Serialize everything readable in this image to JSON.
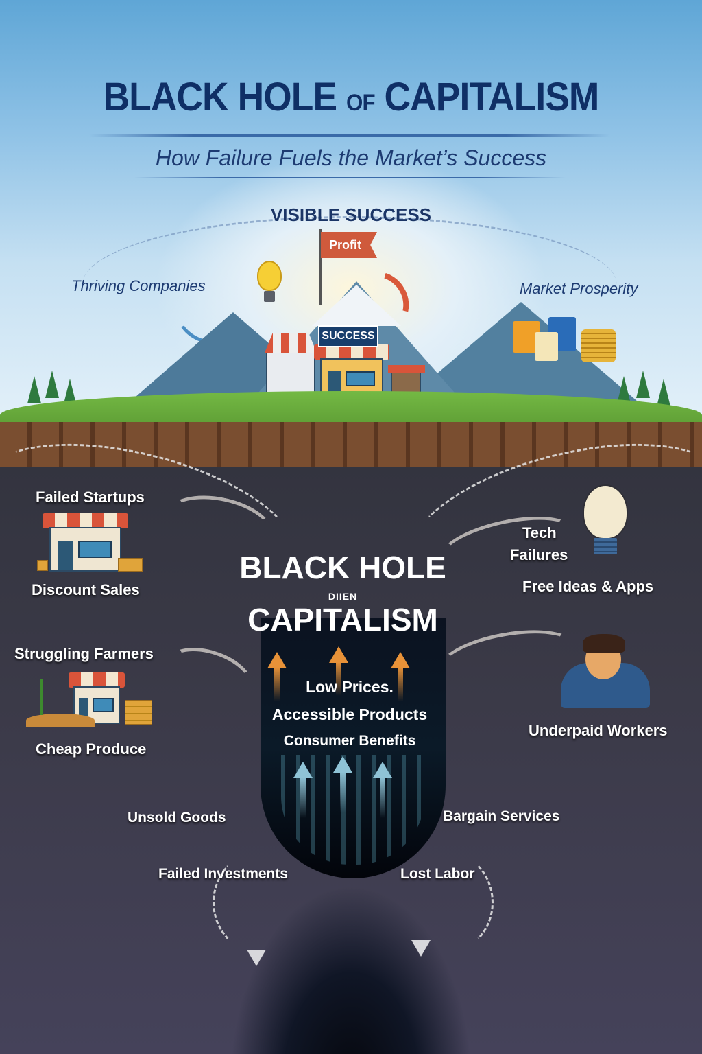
{
  "header": {
    "title_part1": "BLACK HOLE",
    "title_connector": "OF",
    "title_part2": "CAPITALISM",
    "subtitle": "How Failure Fuels the Market’s Success"
  },
  "surface": {
    "section_label": "VISIBLE SUCCESS",
    "flag_label": "Profit",
    "store_sign": "SUCCESS",
    "left_label": "Thriving Companies",
    "right_label": "Market Prosperity",
    "icons": [
      "lightbulb-icon",
      "flag-icon",
      "mountain-icon",
      "storefront-icon",
      "shopping-bags-icon",
      "coins-icon",
      "growth-arrow-icon"
    ]
  },
  "black_hole": {
    "title_line1": "BLACK HOLE",
    "title_connector": "DIIEN",
    "title_line2": "CAPITALISM",
    "benefits": [
      "Low Prices.",
      "Accessible Products",
      "Consumer Benefits"
    ]
  },
  "underground": {
    "left": [
      {
        "label": "Failed Startups",
        "icon": "closed-shop-icon"
      },
      {
        "label": "Discount Sales"
      },
      {
        "label": "Struggling Farmers",
        "icon": "farm-shop-icon"
      },
      {
        "label": "Cheap Produce"
      }
    ],
    "right": [
      {
        "label_line1": "Tech",
        "label_line2": "Failures",
        "icon": "broken-lightbulb-icon"
      },
      {
        "label": "Free Ideas & Apps"
      },
      {
        "label": "Underpaid Workers",
        "icon": "worker-icon"
      }
    ],
    "bottom": {
      "unsold_goods": "Unsold Goods",
      "bargain_services": "Bargain Services",
      "failed_investments": "Failed Investments",
      "lost_labor": "Lost Labor"
    }
  },
  "colors": {
    "title_navy": "#0f2f66",
    "sky_top": "#5fa6d6",
    "grass": "#74b944",
    "soil": "#6a4228",
    "underground": "#33343f",
    "flag_red": "#cf5a3c",
    "arrow_orange": "#e89238",
    "arrow_teal": "#8fc3d6"
  }
}
